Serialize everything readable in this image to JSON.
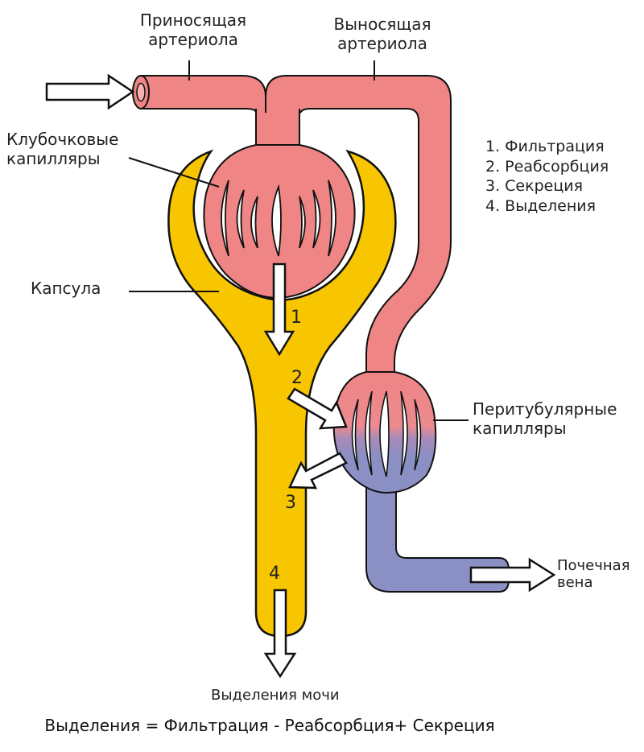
{
  "labels": {
    "afferent_line1": "Приносящая",
    "afferent_line2": "артериола",
    "efferent_line1": "Выносящая",
    "efferent_line2": "артериола",
    "glomerular_line1": "Клубочковые",
    "glomerular_line2": "капилляры",
    "capsule": "Капсула",
    "peritubular_line1": "Перитубулярные",
    "peritubular_line2": "капилляры",
    "renal_vein_line1": "Почечная",
    "renal_vein_line2": "вена",
    "urine": "Выделения мочи"
  },
  "legend": [
    "1. Фильтрация",
    "2. Реабсорбция",
    "3. Секреция",
    "4. Выделения"
  ],
  "step_numbers": [
    "1",
    "2",
    "3",
    "4"
  ],
  "formula": "Выделения = Фильтрация - Реабсорбция+ Секреция",
  "colors": {
    "arterial": "#ef8585",
    "venous": "#8a8fc4",
    "capsule": "#f7c600",
    "outline": "#111111"
  }
}
